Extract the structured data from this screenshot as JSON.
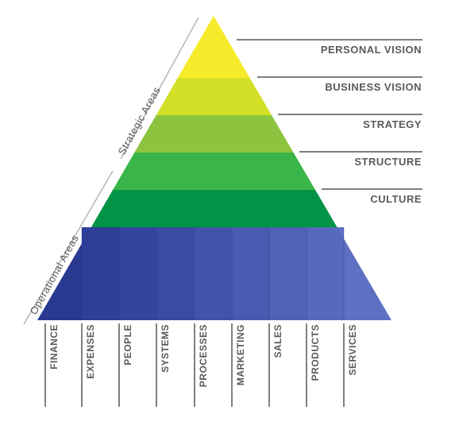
{
  "layers": [
    {
      "label": "PERSONAL VISION",
      "color": "#f6eb2a"
    },
    {
      "label": "BUSINESS VISION",
      "color": "#d4e027"
    },
    {
      "label": "STRATEGY",
      "color": "#8cc43f"
    },
    {
      "label": "STRUCTURE",
      "color": "#3ab54a"
    },
    {
      "label": "CULTURE",
      "color": "#039347"
    }
  ],
  "columns": [
    {
      "label": "FINANCE",
      "color": "#2a3990"
    },
    {
      "label": "EXPENSES",
      "color": "#2f3e97"
    },
    {
      "label": "PEOPLE",
      "color": "#35449d"
    },
    {
      "label": "SYSTEMS",
      "color": "#3b4ba3"
    },
    {
      "label": "PROCESSES",
      "color": "#4253aa"
    },
    {
      "label": "MARKETING",
      "color": "#495ab0"
    },
    {
      "label": "SALES",
      "color": "#5062b6"
    },
    {
      "label": "PRODUCTS",
      "color": "#5769bc"
    },
    {
      "label": "SERVICES",
      "color": "#5e70c1"
    }
  ],
  "side_labels": {
    "strategic": "Strategic Areas",
    "operational": "Operational Areas"
  },
  "colors": {
    "line": "#555555",
    "divider": "#999999",
    "text": "#5a5a5a"
  }
}
